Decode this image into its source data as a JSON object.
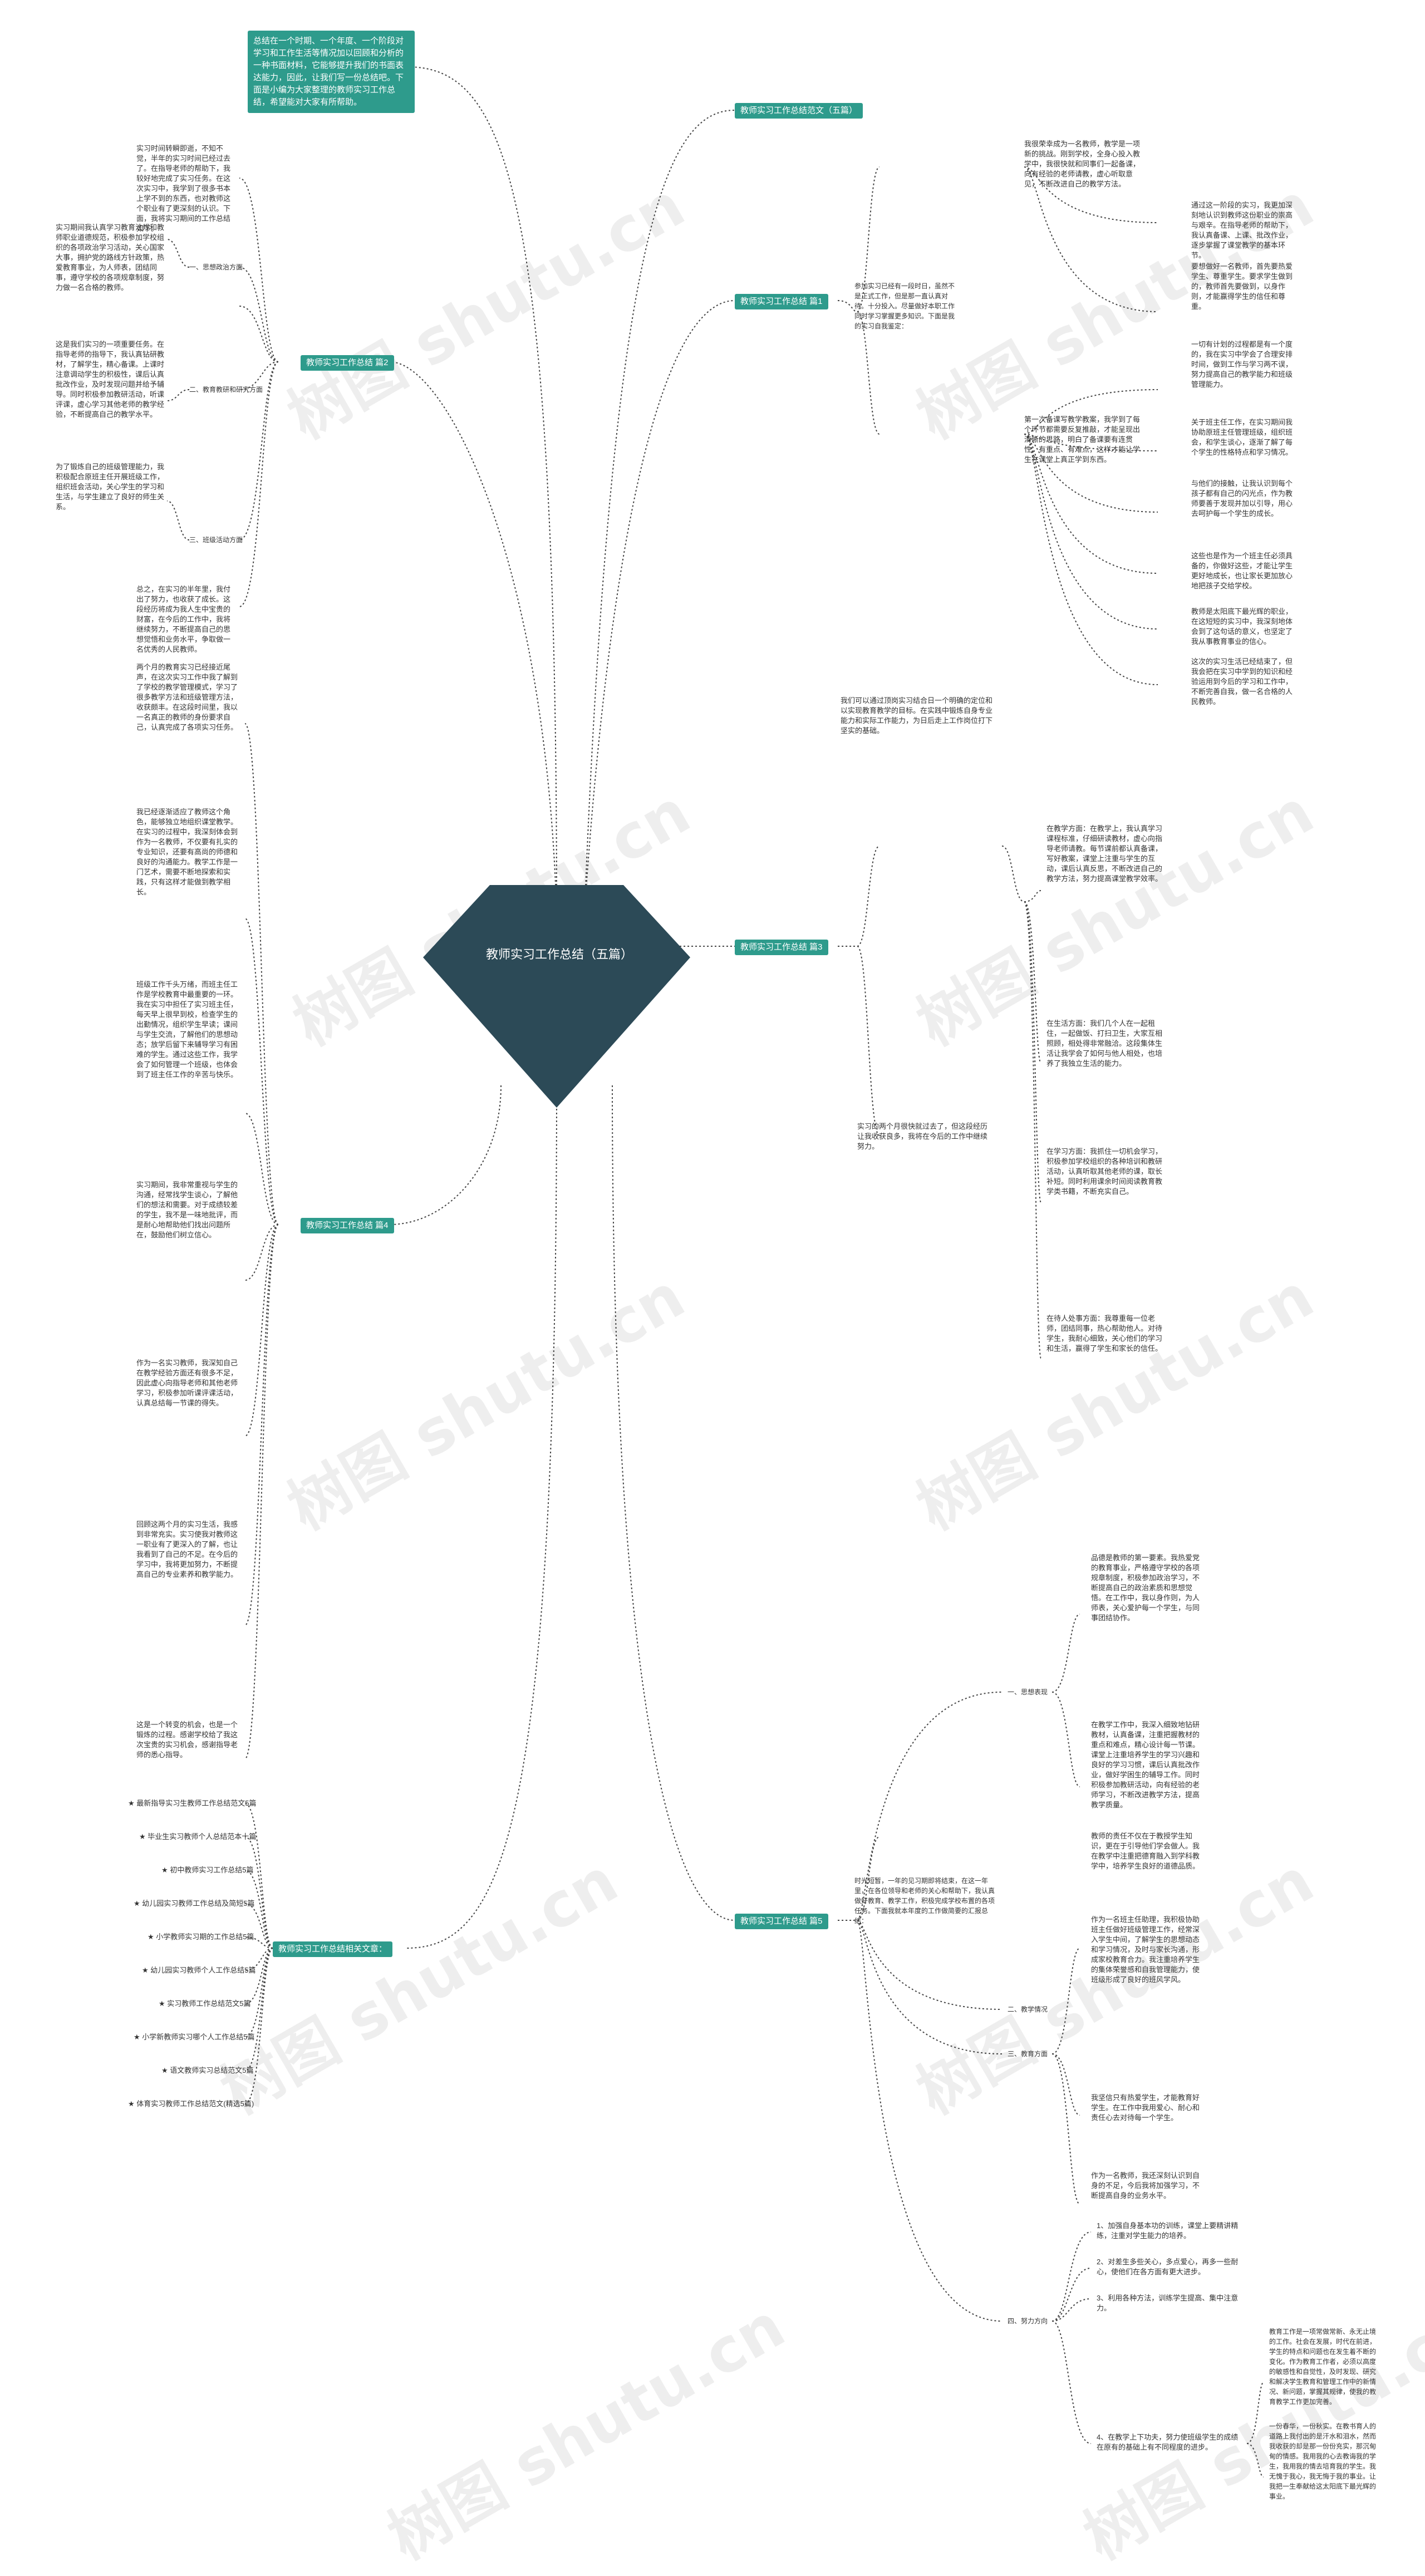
{
  "root": {
    "title": "教师实习工作总结（五篇）"
  },
  "intro": {
    "text": "总结在一个时期、一个年度、一个阶段对学习和工作生活等情况加以回顾和分析的一种书面材料，它能够提升我们的书面表达能力，因此，让我们写一份总结吧。下面是小编为大家整理的教师实习工作总结，希望能对大家有所帮助。"
  },
  "branches": {
    "b1": {
      "label": "教师实习工作总结范文（五篇）"
    },
    "b2": {
      "label": "教师实习工作总结 篇1",
      "intro": "参加实习已经有一段时日，虽然不是正式工作，但是那一直认真对待。十分投入。尽量做好本职工作同时学习掌握更多知识。下面是我的实习自我鉴定：",
      "p1": "我很荣幸成为一名教师，教学是一项新的挑战。刚到学校，全身心投入教学中，我很快就和同事们一起备课，向有经验的老师请教，虚心听取意见，不断改进自己的教学方法。",
      "p2": "第一次备课写教学教案，我学到了每个环节都需要反复推敲，才能呈现出清晰的思路，明白了备课要有连贯性、有重点、有难点，这样才能让学生在课堂上真正学到东西。",
      "right": [
        "通过这一阶段的实习，我更加深刻地认识到教师这份职业的崇高与艰辛。在指导老师的帮助下，我认真备课、上课、批改作业，逐步掌握了课堂教学的基本环节。",
        "要想做好一名教师，首先要热爱学生、尊重学生。要求学生做到的，教师首先要做到，以身作则，才能赢得学生的信任和尊重。",
        "一切有计划的过程都是有一个度的，我在实习中学会了合理安排时间，做到工作与学习两不误，努力提高自己的教学能力和班级管理能力。",
        "关于班主任工作，在实习期间我协助原班主任管理班级，组织班会，和学生谈心，逐渐了解了每个学生的性格特点和学习情况。",
        "与他们的接触，让我认识到每个孩子都有自己的闪光点，作为教师要善于发现并加以引导，用心去呵护每一个学生的成长。",
        "这些也是作为一个班主任必须具备的，你做好这些，才能让学生更好地成长，也让家长更加放心地把孩子交给学校。",
        "教师是太阳底下最光辉的职业，在这短短的实习中，我深刻地体会到了这句话的意义，也坚定了我从事教育事业的信心。",
        "这次的实习生活已经结束了，但我会把在实习中学到的知识和经验运用到今后的学习和工作中，不断完善自我，做一名合格的人民教师。"
      ]
    },
    "b3": {
      "label": "教师实习工作总结 篇2",
      "p0": "实习时间转瞬即逝，不知不觉，半年的实习时间已经过去了。在指导老师的帮助下，我较好地完成了实习任务。在这次实习中，我学到了很多书本上学不到的东西，也对教师这个职业有了更深刻的认识。下面，我将实习期间的工作总结如下。",
      "s1": {
        "label": "一、思想政治方面",
        "text": "实习期间我认真学习教育法规和教师职业道德规范，积极参加学校组织的各项政治学习活动，关心国家大事，拥护党的路线方针政策，热爱教育事业，为人师表，团结同事，遵守学校的各项规章制度，努力做一名合格的教师。"
      },
      "s2": {
        "label": "二、教育教研和研究方面",
        "text": "这是我们实习的一项重要任务。在指导老师的指导下，我认真钻研教材，了解学生，精心备课。上课时注意调动学生的积极性，课后认真批改作业，及时发现问题并给予辅导。同时积极参加教研活动，听课评课，虚心学习其他老师的教学经验，不断提高自己的教学水平。"
      },
      "s3": {
        "label": "三、班级活动方面",
        "text": "为了锻炼自己的班级管理能力，我积极配合原班主任开展班级工作，组织班会活动，关心学生的学习和生活，与学生建立了良好的师生关系。"
      },
      "p4": "总之，在实习的半年里，我付出了努力，也收获了成长。这段经历将成为我人生中宝贵的财富，在今后的工作中，我将继续努力，不断提高自己的思想觉悟和业务水平，争取做一名优秀的人民教师。"
    },
    "b4": {
      "label": "教师实习工作总结 篇3",
      "intro": "我们可以通过顶岗实习结合日一个明确的定位和以实现教育教学的目标。在实践中锻炼自身专业能力和实际工作能力，为日后走上工作岗位打下坚实的基础。",
      "p1": "在教学方面：在教学上，我认真学习课程标准，仔细研读教材，虚心向指导老师请教。每节课前都认真备课，写好教案，课堂上注重与学生的互动，课后认真反思，不断改进自己的教学方法，努力提高课堂教学效率。",
      "p2": "在生活方面：我们几个人在一起租住，一起做饭、打扫卫生，大家互相照顾，相处得非常融洽。这段集体生活让我学会了如何与他人相处，也培养了我独立生活的能力。",
      "p3": "在学习方面：我抓住一切机会学习，积极参加学校组织的各种培训和教研活动，认真听取其他老师的课，取长补短。同时利用课余时间阅读教育教学类书籍，不断充实自己。",
      "p4": "在待人处事方面：我尊重每一位老师，团结同事，热心帮助他人。对待学生，我耐心细致，关心他们的学习和生活，赢得了学生和家长的信任。",
      "end": "实习的两个月很快就过去了，但这段经历让我收获良多，我将在今后的工作中继续努力。"
    },
    "b5": {
      "label": "教师实习工作总结 篇4",
      "p1": "两个月的教育实习已经接近尾声，在这次实习工作中我了解到了学校的教学管理模式，学习了很多教学方法和班级管理方法，收获颇丰。在这段时间里，我以一名真正的教师的身份要求自己，认真完成了各项实习任务。",
      "p2": "我已经逐渐适应了教师这个角色，能够独立地组织课堂教学。在实习的过程中，我深刻体会到作为一名教师，不仅要有扎实的专业知识，还要有高尚的师德和良好的沟通能力。教学工作是一门艺术，需要不断地探索和实践，只有这样才能做到教学相长。",
      "p3": "班级工作千头万绪，而班主任工作是学校教育中最重要的一环。我在实习中担任了实习班主任，每天早上很早到校，检查学生的出勤情况，组织学生早读；课间与学生交流，了解他们的思想动态；放学后留下来辅导学习有困难的学生。通过这些工作，我学会了如何管理一个班级，也体会到了班主任工作的辛苦与快乐。",
      "p4": "实习期间，我非常重视与学生的沟通，经常找学生谈心，了解他们的想法和需要。对于成绩较差的学生，我不是一味地批评，而是耐心地帮助他们找出问题所在，鼓励他们树立信心。",
      "p5": "作为一名实习教师，我深知自己在教学经验方面还有很多不足，因此虚心向指导老师和其他老师学习，积极参加听课评课活动，认真总结每一节课的得失。",
      "p6": "回顾这两个月的实习生活，我感到非常充实。实习使我对教师这一职业有了更深入的了解，也让我看到了自己的不足。在今后的学习中，我将更加努力，不断提高自己的专业素养和教学能力。",
      "p7": "这是一个转变的机会，也是一个锻炼的过程。感谢学校给了我这次宝贵的实习机会，感谢指导老师的悉心指导。"
    },
    "b6": {
      "label": "教师实习工作总结 篇5",
      "intro": "时光短暂，一年的见习期即将结束，在这一年里，在各位领导和老师的关心和帮助下，我认真做好教育、教学工作，积极完成学校布置的各项任务。下面我就本年度的工作做简要的汇报总结：",
      "s1": {
        "label": "一、思想表现",
        "text": "品德是教师的第一要素。我热爱党的教育事业，严格遵守学校的各项规章制度，积极参加政治学习，不断提高自己的政治素质和思想觉悟。在工作中，我以身作则，为人师表，关心爱护每一个学生，与同事团结协作。"
      },
      "s2": {
        "label": "二、教学情况",
        "text": "在教学工作中，我深入细致地钻研教材，认真备课，注重把握教材的重点和难点，精心设计每一节课。课堂上注重培养学生的学习兴趣和良好的学习习惯，课后认真批改作业，做好学困生的辅导工作。同时积极参加教研活动，向有经验的老师学习，不断改进教学方法，提高教学质量。"
      },
      "s2b": "教师的责任不仅在于教授学生知识，更在于引导他们学会做人。我在教学中注重把德育融入到学科教学中，培养学生良好的道德品质。",
      "s3": {
        "label": "三、教育方面",
        "text": "作为一名班主任助理，我积极协助班主任做好班级管理工作，经常深入学生中间，了解学生的思想动态和学习情况，及时与家长沟通，形成家校教育合力。我注重培养学生的集体荣誉感和自我管理能力，使班级形成了良好的班风学风。"
      },
      "s3b": "我坚信只有热爱学生，才能教育好学生。在工作中我用爱心、耐心和责任心去对待每一个学生。",
      "s3c": "作为一名教师，我还深刻认识到自身的不足，今后我将加强学习，不断提高自身的业务水平。",
      "s4": {
        "label": "四、努力方向",
        "items": [
          "1、加强自身基本功的训练，课堂上要精讲精练，注重对学生能力的培养。",
          "2、对差生多些关心，多点爱心，再多一些耐心，使他们在各方面有更大进步。",
          "3、利用各种方法，训练学生提高、集中注意力。",
          "4、在教学上下功夫，努力使班级学生的成绩在原有的基础上有不同程度的进步。"
        ],
        "t1": "教育工作是一项常做常新、永无止境的工作。社会在发展，时代在前进，学生的特点和问题也在发生着不断的变化。作为教育工作者，必须以高度的敏感性和自觉性，及时发现、研究和解决学生教育和管理工作中的新情况、新问题，掌握其规律，使我的教育教学工作更加完善。",
        "t2": "一份春华，一份秋实。在教书育人的道路上我付出的是汗水和泪水，然而我收获的却是那一份份充实，那沉甸甸的情感。我用我的心去教诲我的学生，我用我的情去培育我的学生。我无愧于我心，我无悔于我的事业。让我把一生奉献给这太阳底下最光辉的事业。"
      }
    },
    "b7": {
      "label": "教师实习工作总结相关文章：",
      "items": [
        "★ 最新指导实习生教师工作总结范文5篇",
        "★ 毕业生实习教师个人总结范本十篇",
        "★ 初中教师实习工作总结5篇",
        "★ 幼儿园实习教师工作总结及简短5篇",
        "★ 小学教师实习期的工作总结5篇",
        "★ 幼儿园实习教师个人工作总结5篇",
        "★ 实习教师工作总结范文5篇",
        "★ 小学新教师实习哪个人工作总结5篇",
        "★ 语文教师实习总结范文5篇",
        "★ 体育实习教师工作总结范文(精选5篇)"
      ]
    }
  },
  "watermark": "树图 shutu.cn",
  "colors": {
    "root": "#2c4a57",
    "tag": "#2e9b8c",
    "line": "#444444"
  }
}
